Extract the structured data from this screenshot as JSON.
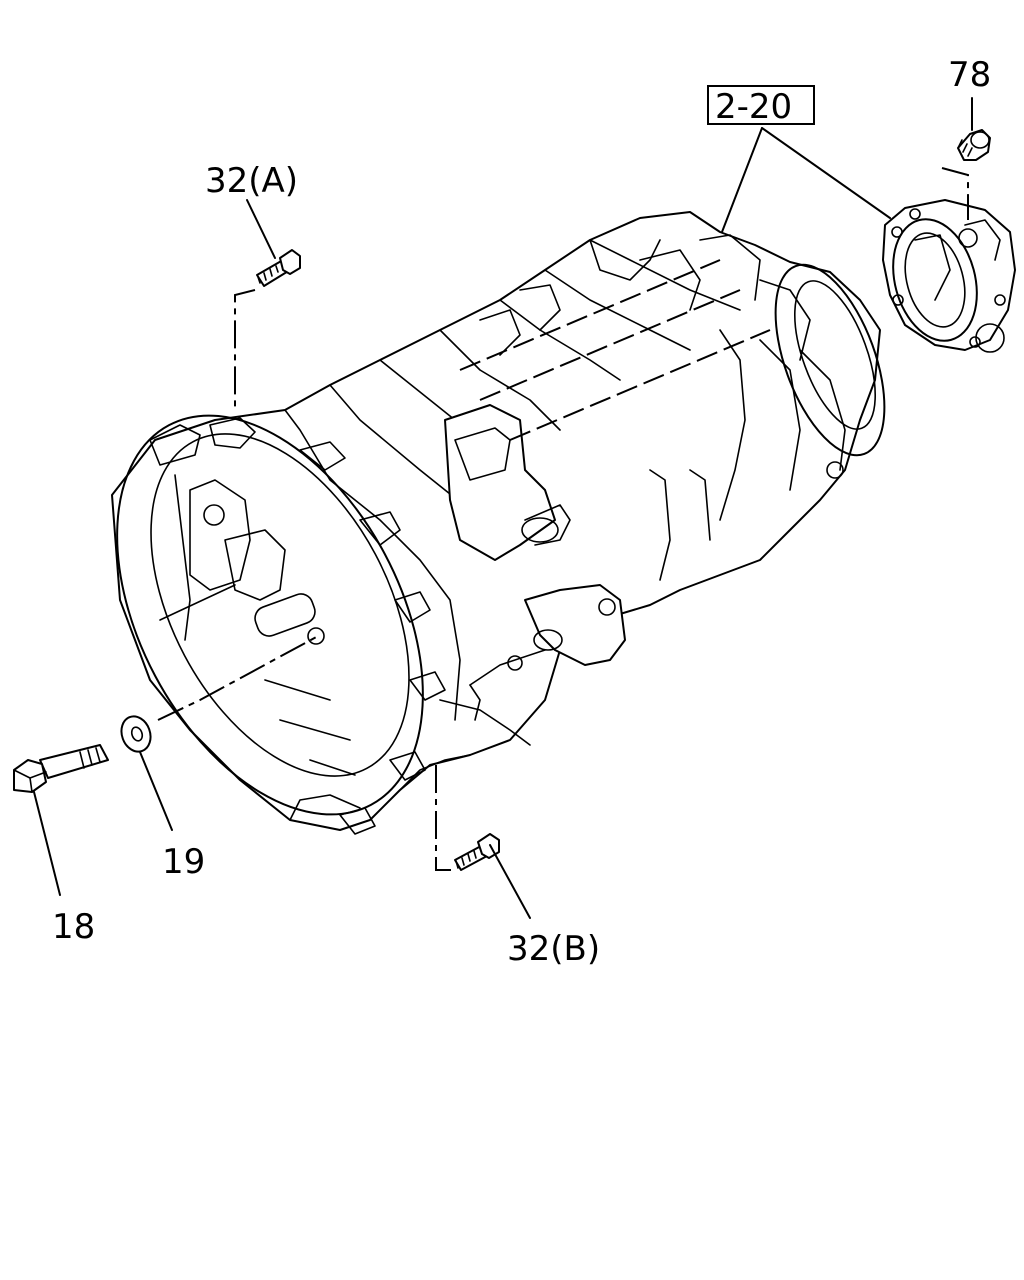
{
  "diagram": {
    "callouts": {
      "c78": "78",
      "c2_20": "2-20",
      "c32a": "32(A)",
      "c32b": "32(B)",
      "c19": "19",
      "c18": "18"
    }
  }
}
